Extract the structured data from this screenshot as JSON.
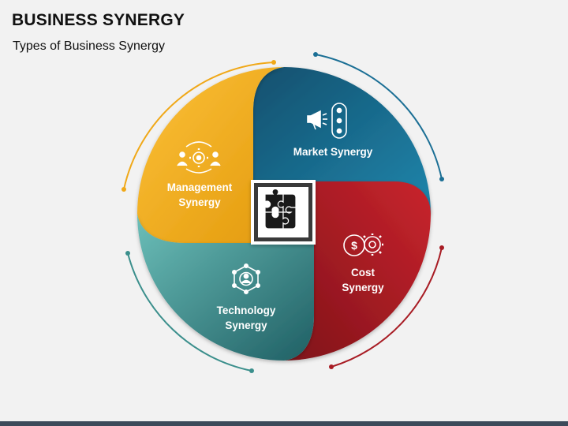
{
  "title": "BUSINESS SYNERGY",
  "subtitle": "Types of Business Synergy",
  "segments": {
    "management": {
      "line1": "Management",
      "line2": "Synergy",
      "color": "#f0a818"
    },
    "market": {
      "line1": "Market Synergy",
      "color": "#1b6f95"
    },
    "cost": {
      "line1": "Cost",
      "line2": "Synergy",
      "color": "#a81c24"
    },
    "technology": {
      "line1": "Technology",
      "line2": "Synergy",
      "color": "#4aa3a0"
    }
  },
  "icons": {
    "center": "puzzle-icon",
    "management": "team-gear-icon",
    "market": "megaphone-people-icon",
    "cost": "dollar-gear-icon",
    "technology": "network-person-icon"
  }
}
